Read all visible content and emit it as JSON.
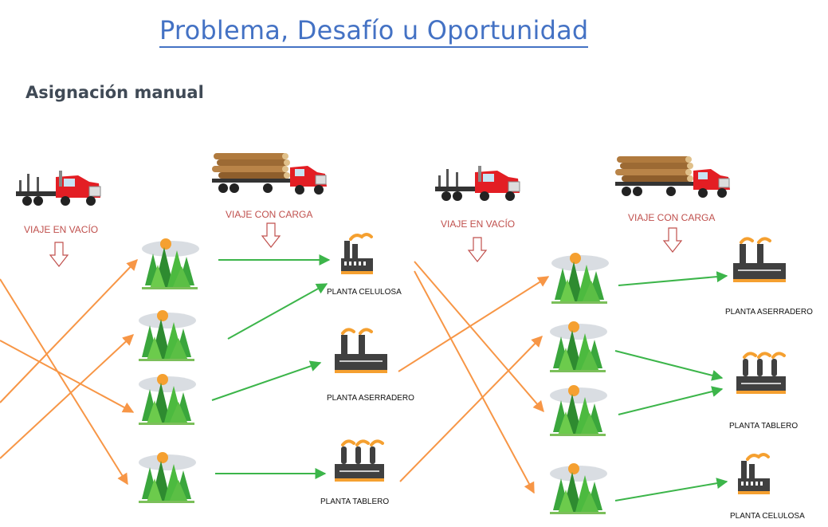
{
  "header": {
    "title": "Problema, Desafío u Oportunidad",
    "subtitle": "Asignación manual"
  },
  "panels": [
    {
      "empty_trip_label": "VIAJE EN VACÍO",
      "loaded_trip_label": "VIAJE CON CARGA",
      "plants": [
        {
          "name": "PLANTA CELULOSA"
        },
        {
          "name": "PLANTA ASERRADERO"
        },
        {
          "name": "PLANTA TABLERO"
        }
      ]
    },
    {
      "empty_trip_label": "VIAJE EN VACÍO",
      "loaded_trip_label": "VIAJE CON CARGA",
      "plants": [
        {
          "name": "PLANTA ASERRADERO"
        },
        {
          "name": "PLANTA TABLERO"
        },
        {
          "name": "PLANTA CELULOSA"
        }
      ]
    }
  ],
  "icons": {
    "empty_truck": "empty-truck-icon",
    "loaded_truck": "loaded-log-truck-icon",
    "forest": "forest-icon",
    "plant": "factory-icon",
    "down_arrow": "down-arrow-icon"
  },
  "colors": {
    "title": "#4472c4",
    "empty_trip_lines": "#f79646",
    "loaded_trip_lines": "#3cb54a",
    "trip_labels": "#c0504d",
    "truck_cab": "#e31e24",
    "forest": "#3aa63c",
    "factory": "#404040",
    "smoke": "#f5a030"
  }
}
